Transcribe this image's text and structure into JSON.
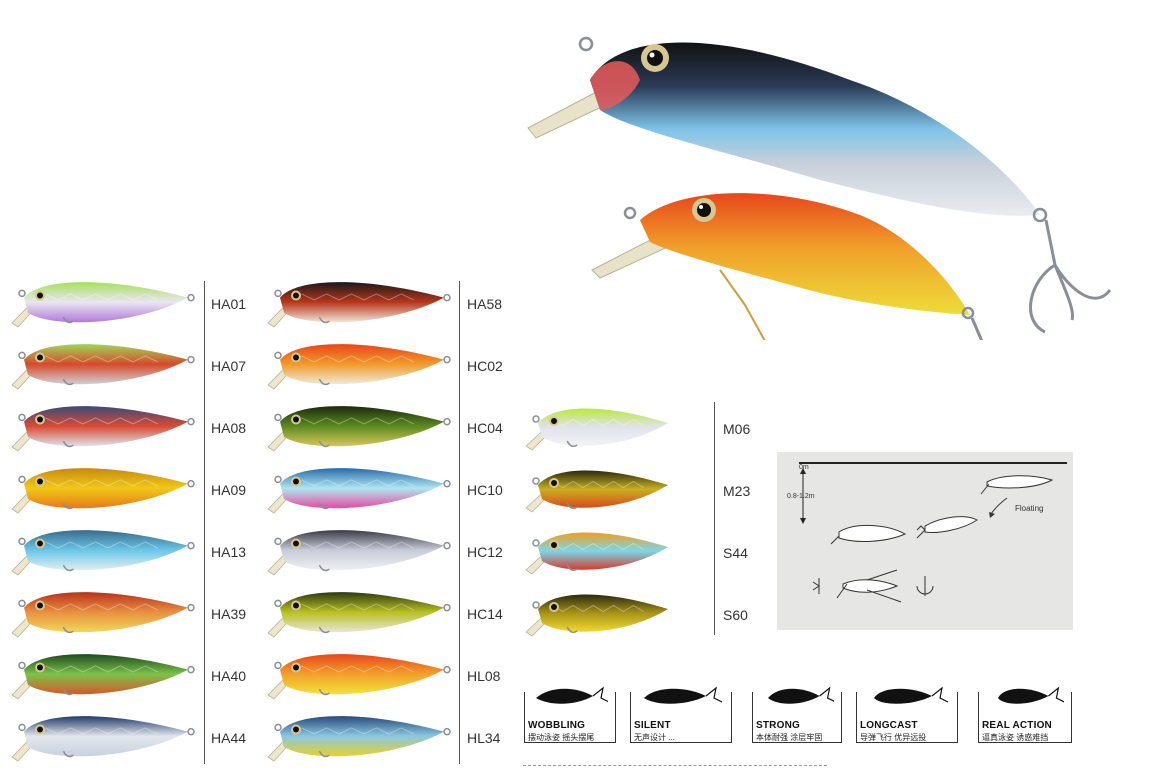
{
  "column1": [
    {
      "code": "HA01",
      "colors": [
        "#a6e05a",
        "#e9e6f3",
        "#b07bd8"
      ]
    },
    {
      "code": "HA07",
      "colors": [
        "#9ed65a",
        "#d84a2a",
        "#cfcfd6"
      ]
    },
    {
      "code": "HA08",
      "colors": [
        "#3a4a7a",
        "#d94a34",
        "#dfe4ea"
      ]
    },
    {
      "code": "HA09",
      "colors": [
        "#c88a10",
        "#f0c818",
        "#e87a1a"
      ]
    },
    {
      "code": "HA13",
      "colors": [
        "#3a6a8a",
        "#6ac6e8",
        "#e2eef2"
      ]
    },
    {
      "code": "HA39",
      "colors": [
        "#b8321a",
        "#e89040",
        "#f2d85a"
      ]
    },
    {
      "code": "HA40",
      "colors": [
        "#1f4a1f",
        "#7cc24a",
        "#d8582a"
      ]
    },
    {
      "code": "HA44",
      "colors": [
        "#1f3a6a",
        "#e2e6ec",
        "#c8d2de"
      ]
    }
  ],
  "column2": [
    {
      "code": "HA58",
      "colors": [
        "#1a1a1a",
        "#b8361c",
        "#f0e6d6"
      ]
    },
    {
      "code": "HC02",
      "colors": [
        "#e8461c",
        "#f29a2a",
        "#eeeadc"
      ]
    },
    {
      "code": "HC04",
      "colors": [
        "#1a2a10",
        "#5c8a20",
        "#d4c85a"
      ]
    },
    {
      "code": "HC10",
      "colors": [
        "#2a6aa8",
        "#aee6f0",
        "#e84aa0"
      ]
    },
    {
      "code": "HC12",
      "colors": [
        "#3a3a44",
        "#c8ccd8",
        "#f0f0f2"
      ]
    },
    {
      "code": "HC14",
      "colors": [
        "#2e3a12",
        "#b8c020",
        "#e6e6d6"
      ]
    },
    {
      "code": "HL08",
      "colors": [
        "#e8461c",
        "#f2a02a",
        "#f2e23a"
      ]
    },
    {
      "code": "HL34",
      "colors": [
        "#2a4a7a",
        "#8ac8e0",
        "#e8d02a"
      ]
    }
  ],
  "column3": [
    {
      "code": "M06",
      "colors": [
        "#b8ea3a",
        "#e2e2ec",
        "#f2f2f6"
      ]
    },
    {
      "code": "M23",
      "colors": [
        "#2a2a10",
        "#c8b020",
        "#d84a1a"
      ]
    },
    {
      "code": "S44",
      "colors": [
        "#f0a020",
        "#7ad6ea",
        "#d83a2a"
      ]
    },
    {
      "code": "S60",
      "colors": [
        "#2a2a10",
        "#a89418",
        "#f2d830"
      ]
    }
  ],
  "diagram": {
    "depth_top": "0m",
    "depth_range": "0.8-1.2m",
    "float_label": "Floating"
  },
  "features": [
    {
      "title": "WOBBLING",
      "sub": "摆动泳姿 摇头摆尾"
    },
    {
      "title": "SILENT",
      "sub": "无声设计 ..."
    },
    {
      "title": "STRONG",
      "sub": "本体耐强 涂层牢固"
    },
    {
      "title": "LONGCAST",
      "sub": "导弹飞行 优异远投"
    },
    {
      "title": "REAL ACTION",
      "sub": "逼真泳姿 诱惑难挡"
    }
  ],
  "colors": {
    "line": "#555555",
    "panel": "#e6e6e4",
    "hook": "#8a8e96"
  }
}
